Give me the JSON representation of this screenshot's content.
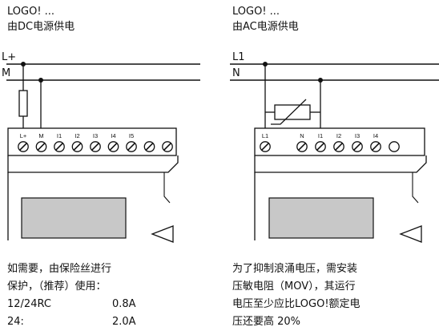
{
  "left": {
    "title": "LOGO! ...",
    "subtitle": "由DC电源供电",
    "line1": "L+",
    "line2": "M",
    "terminals": [
      "L+",
      "M",
      "I1",
      "I2",
      "I3",
      "I4",
      "I5",
      "",
      ""
    ],
    "note_line1": "如需要，由保险丝进行",
    "note_line2": "保护，（推荐）使用：",
    "fuse_rows": [
      {
        "label": "12/24RC",
        "value": "0.8A"
      },
      {
        "label": "24:",
        "value": "2.0A"
      }
    ]
  },
  "right": {
    "title": "LOGO! ...",
    "subtitle": "由AC电源供电",
    "line1": "L1",
    "line2": "N",
    "terminals": [
      "L1",
      "",
      "N",
      "I1",
      "I2",
      "I3",
      "I4",
      ""
    ],
    "note_line1": "为了抑制浪涌电压，需安装",
    "note_line2": "压敏电阻（MOV），其运行",
    "note_line3": "电压至少应比LOGO!额定电",
    "note_line4": "压还要高 20%"
  }
}
